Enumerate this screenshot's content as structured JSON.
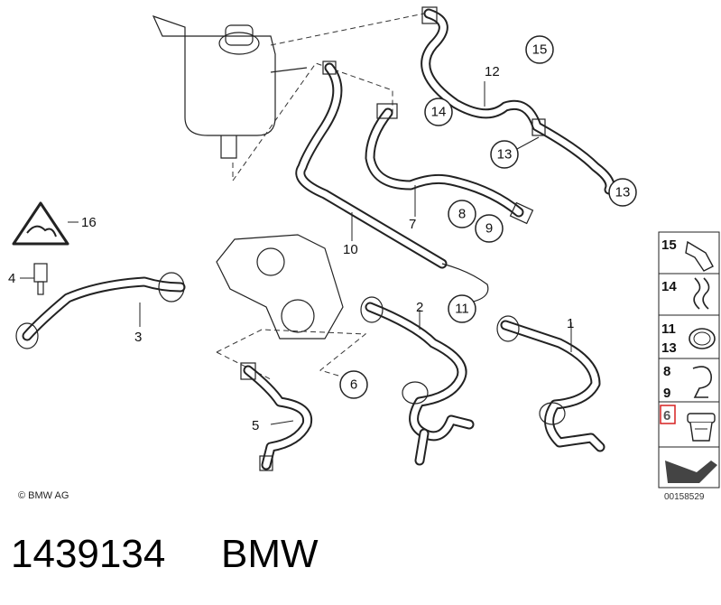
{
  "diagram": {
    "callouts": {
      "c1": "1",
      "c2": "2",
      "c3": "3",
      "c4": "4",
      "c5": "5",
      "c6": "6",
      "c7": "7",
      "c8": "8",
      "c9": "9",
      "c10": "10",
      "c11": "11",
      "c12": "12",
      "c13a": "13",
      "c13b": "13",
      "c14": "14",
      "c15": "15",
      "c16": "16"
    },
    "copyright": "© BMW AG",
    "drawing_code": "00158529"
  },
  "sidebar": {
    "rows": [
      {
        "labels": [
          "15"
        ],
        "icon": "spring-clip-icon"
      },
      {
        "labels": [
          "14"
        ],
        "icon": "wire-clip-icon"
      },
      {
        "labels": [
          "11",
          "13"
        ],
        "icon": "hose-clamp-icon"
      },
      {
        "labels": [
          "8",
          "9"
        ],
        "icon": "hose-clip-icon"
      },
      {
        "labels": [
          "6"
        ],
        "icon": "connector-ring-icon",
        "selected": true
      }
    ],
    "selected_color": "#d62020"
  },
  "caption": {
    "part_number": "1439134",
    "brand": "BMW"
  }
}
